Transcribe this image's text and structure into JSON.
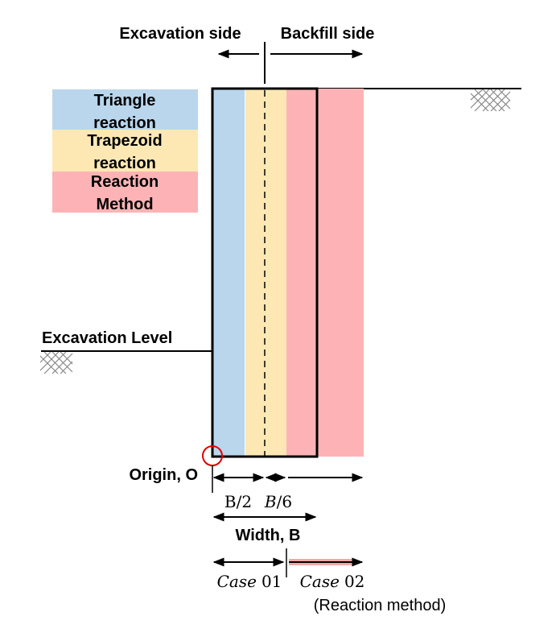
{
  "header": {
    "excavation_side": "Excavation side",
    "backfill_side": "Backfill side"
  },
  "legend": [
    {
      "line1": "Triangle",
      "line2": "reaction",
      "color": "#b9d6ec"
    },
    {
      "line1": "Trapezoid",
      "line2": "reaction",
      "color": "#fde8b4"
    },
    {
      "line1": "Reaction",
      "line2": "Method",
      "color": "#fdb3b5"
    }
  ],
  "labels": {
    "excavation_level": "Excavation Level",
    "origin": "Origin, O",
    "b_half": "B/2",
    "b_sixth_var": "B",
    "b_sixth_den": "/6",
    "width": "Width, B",
    "case01_var": "Case",
    "case01_num": "01",
    "case02_var": "Case",
    "case02_num": "02",
    "case02_note": "(Reaction method)"
  },
  "colors": {
    "triangle": "#b9d6ec",
    "trapezoid": "#fde8b4",
    "reaction": "#fdb3b5",
    "origin_marker": "#e00000",
    "case02_bar": "#f4a7a7",
    "line": "#000000"
  }
}
